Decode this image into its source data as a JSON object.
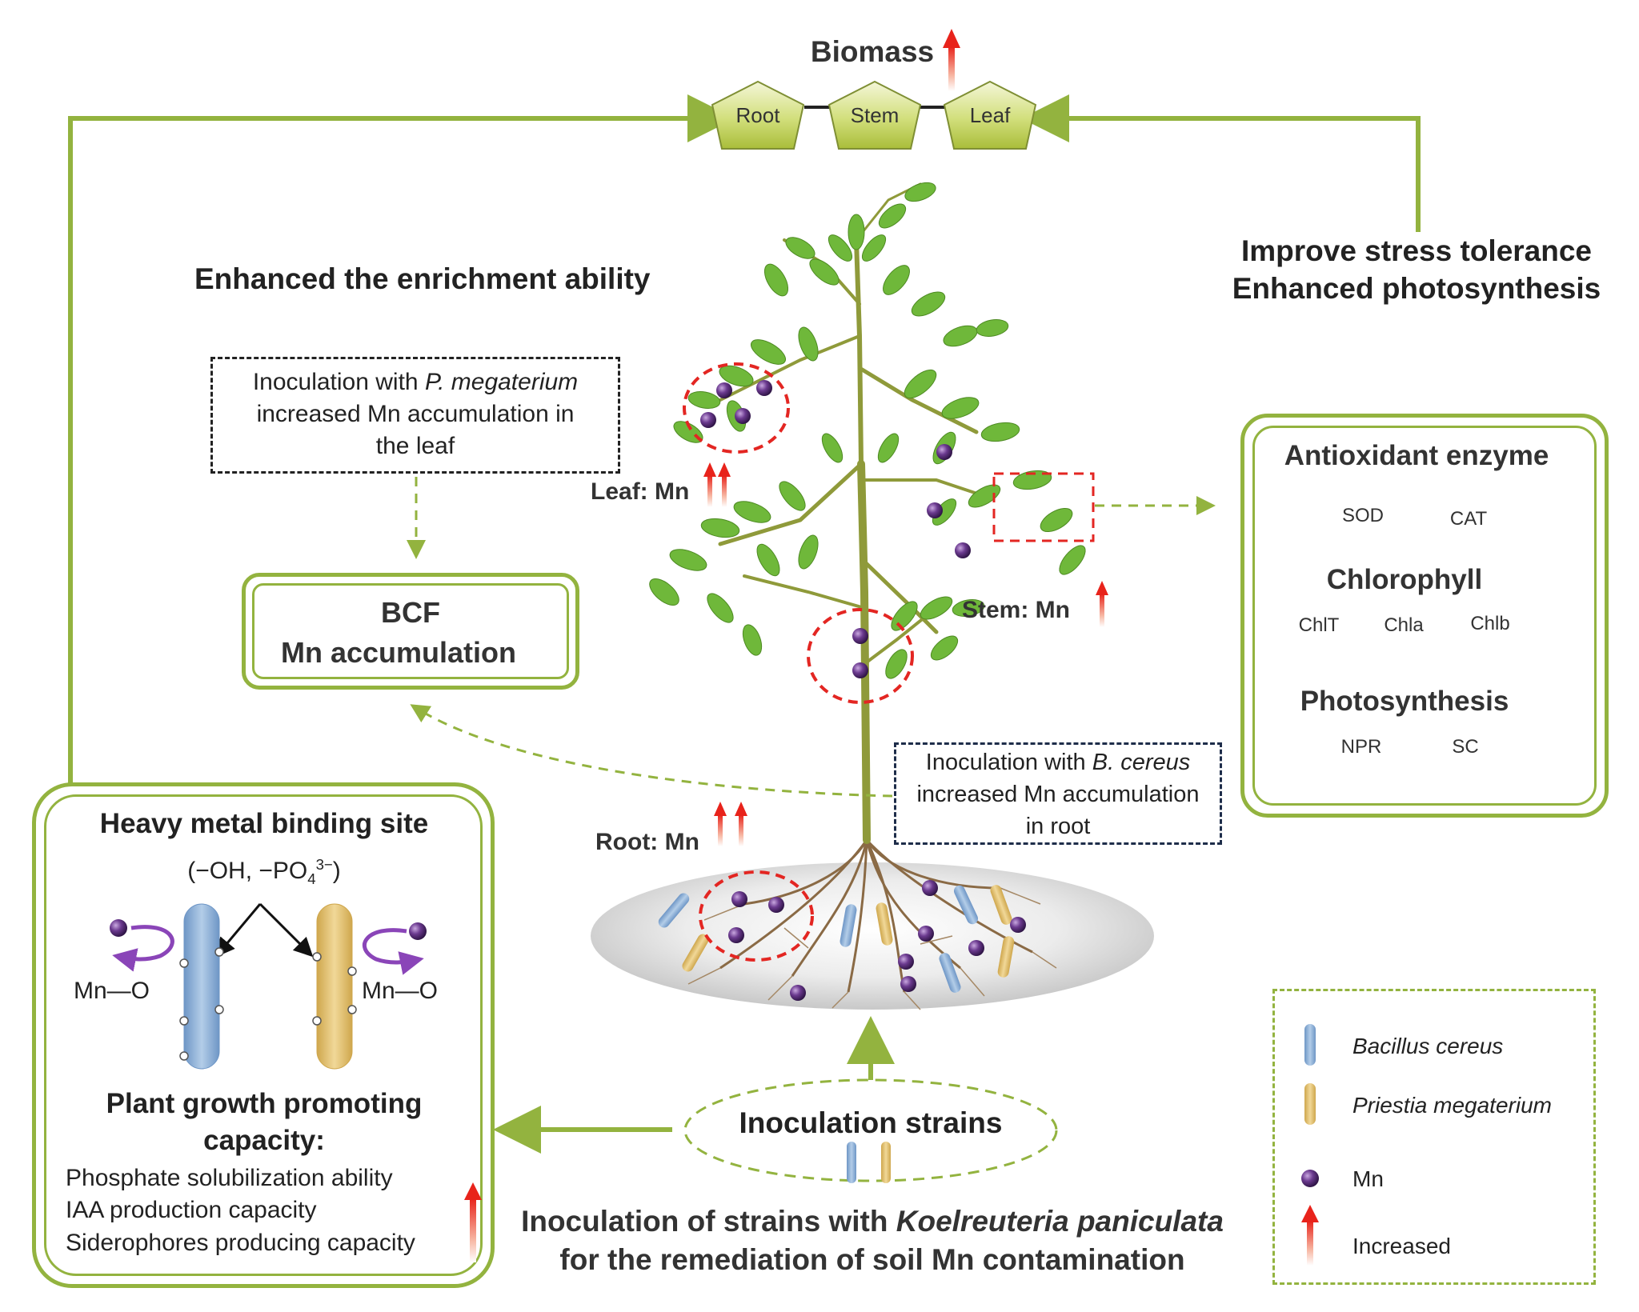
{
  "top": {
    "biomass_title": "Biomass",
    "nodes": [
      "Root",
      "Stem",
      "Leaf"
    ]
  },
  "headings": {
    "enrichment": "Enhanced the enrichment ability",
    "stress_line1": "Improve stress tolerance",
    "stress_line2": "Enhanced photosynthesis"
  },
  "pmeg_note": {
    "line1_pre": "Inoculation with ",
    "line1_species": "P. megaterium",
    "line2": "increased Mn accumulation in",
    "line3": "the leaf"
  },
  "bcereus_note": {
    "line1_pre": "Inoculation  with ",
    "line1_species": "B. cereus",
    "line2": "increased Mn accumulation",
    "line3": "in root"
  },
  "bcf_box": {
    "line1": "BCF",
    "line2": "Mn accumulation"
  },
  "plant_labels": {
    "leaf": "Leaf: Mn",
    "stem": "Stem: Mn",
    "root": "Root: Mn"
  },
  "right_panel": {
    "antioxidant": {
      "title": "Antioxidant enzyme",
      "items": [
        "SOD",
        "CAT"
      ]
    },
    "chlorophyll": {
      "title": "Chlorophyll",
      "items": [
        "ChlT",
        "Chla",
        "Chlb"
      ]
    },
    "photosynthesis": {
      "title": "Photosynthesis",
      "items": [
        "NPR",
        "SC"
      ]
    }
  },
  "left_panel": {
    "binding_title": "Heavy metal binding site",
    "groups_open": "(−OH, −PO",
    "groups_sub": "4",
    "groups_sup": "3−",
    "groups_close": ")",
    "mn_o_left": "Mn—O",
    "mn_o_right": "Mn—O",
    "pgp_title_line1": "Plant growth promoting",
    "pgp_title_line2": "capacity:",
    "pgp_items": [
      "Phosphate solubilization ability",
      "IAA production capacity",
      "Siderophores producing capacity"
    ]
  },
  "inoculation": {
    "label": "Inoculation strains"
  },
  "footer": {
    "line1_pre": "Inoculation of strains with ",
    "line1_species": "Koelreuteria paniculata",
    "line2": "for the remediation of soil Mn contamination"
  },
  "legend": {
    "bacillus": "Bacillus cereus",
    "priestia": "Priestia megaterium",
    "mn": "Mn",
    "increased": "Increased"
  },
  "colors": {
    "green": "#93b33f",
    "arrow_red": "#e8231b",
    "mn_purple": "#5a2a78",
    "bacillus_blue": "#8fb3d9",
    "priestia_yellow": "#e3c06a",
    "red_dash": "#e32622"
  }
}
